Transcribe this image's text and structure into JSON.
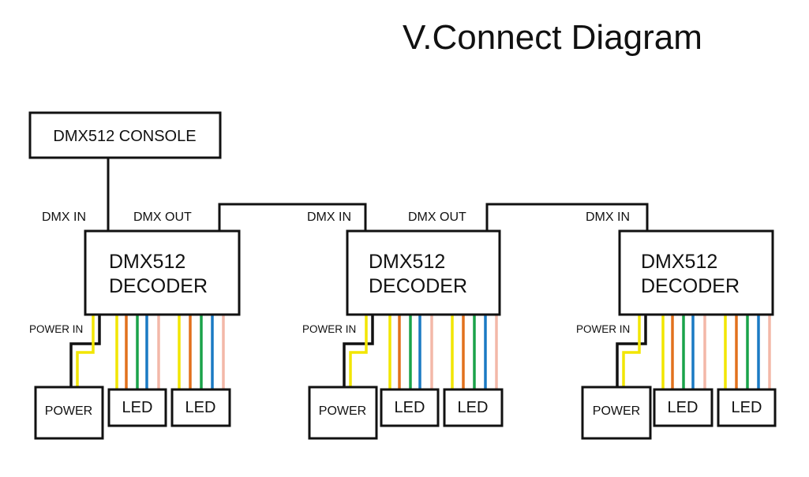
{
  "title": "V.Connect Diagram",
  "console": {
    "label": "DMX512 CONSOLE"
  },
  "labels": {
    "dmx_in": "DMX IN",
    "dmx_out": "DMX OUT",
    "power_in": "POWER IN",
    "decoder_line1": "DMX512",
    "decoder_line2": "DECODER",
    "power": "POWER",
    "led": "LED"
  },
  "colors": {
    "line": "#111111",
    "yellow": "#f2e600",
    "orange": "#e2711d",
    "green": "#1aa34a",
    "blue": "#1a7ac4",
    "pink": "#f3b8a8"
  }
}
